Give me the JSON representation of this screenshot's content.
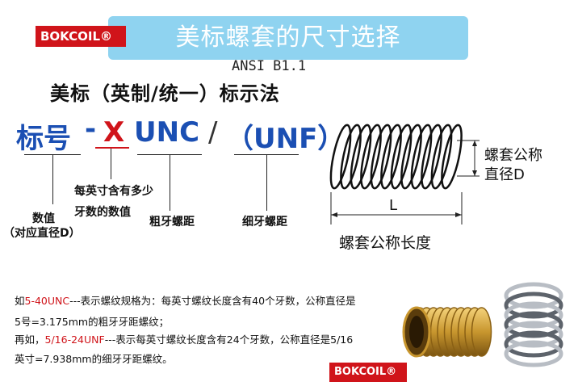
{
  "logo_top": "BOKCOIL®",
  "logo_bottom": "BOKCOIL®",
  "title": "美标螺套的尺寸选择",
  "standard": "ANSI B1.1",
  "subtitle": "美标（英制/统一）标示法",
  "spec": {
    "label": "标号",
    "dash": "-",
    "x": "X",
    "unc": "UNC",
    "slash": "/",
    "unf": "（UNF）"
  },
  "annotations": {
    "tpi_line1": "每英寸含有多少",
    "tpi_line2": "牙数的数值",
    "number_line1": "数值",
    "number_line2": "（对应直径D）",
    "coarse": "粗牙螺距",
    "fine": "细牙螺距"
  },
  "diagram": {
    "diameter_line1": "螺套公称",
    "diameter_line2": "直径D",
    "length_symbol": "L",
    "length_label": "螺套公称长度"
  },
  "notes": {
    "l1_pre": "如",
    "l1_code": "5-40UNC",
    "l1_post": "---表示螺纹规格为：每英寸螺纹长度含有40个牙数，公称直径是",
    "l2": "5号=3.175mm的粗牙牙距螺纹；",
    "l3_pre": "再如，",
    "l3_code": "5/16-24UNF",
    "l3_post": "---表示每英寸螺纹长度含有24个牙数，公称直径是5/16",
    "l4": "英寸=7.938mm的细牙牙距螺纹。"
  },
  "colors": {
    "banner": "#8fd3f0",
    "logo": "#d0141a",
    "spec_blue": "#1b4fb3",
    "accent_red": "#d0141a",
    "brass": "#c8962e",
    "steel": "#8a8f96"
  }
}
